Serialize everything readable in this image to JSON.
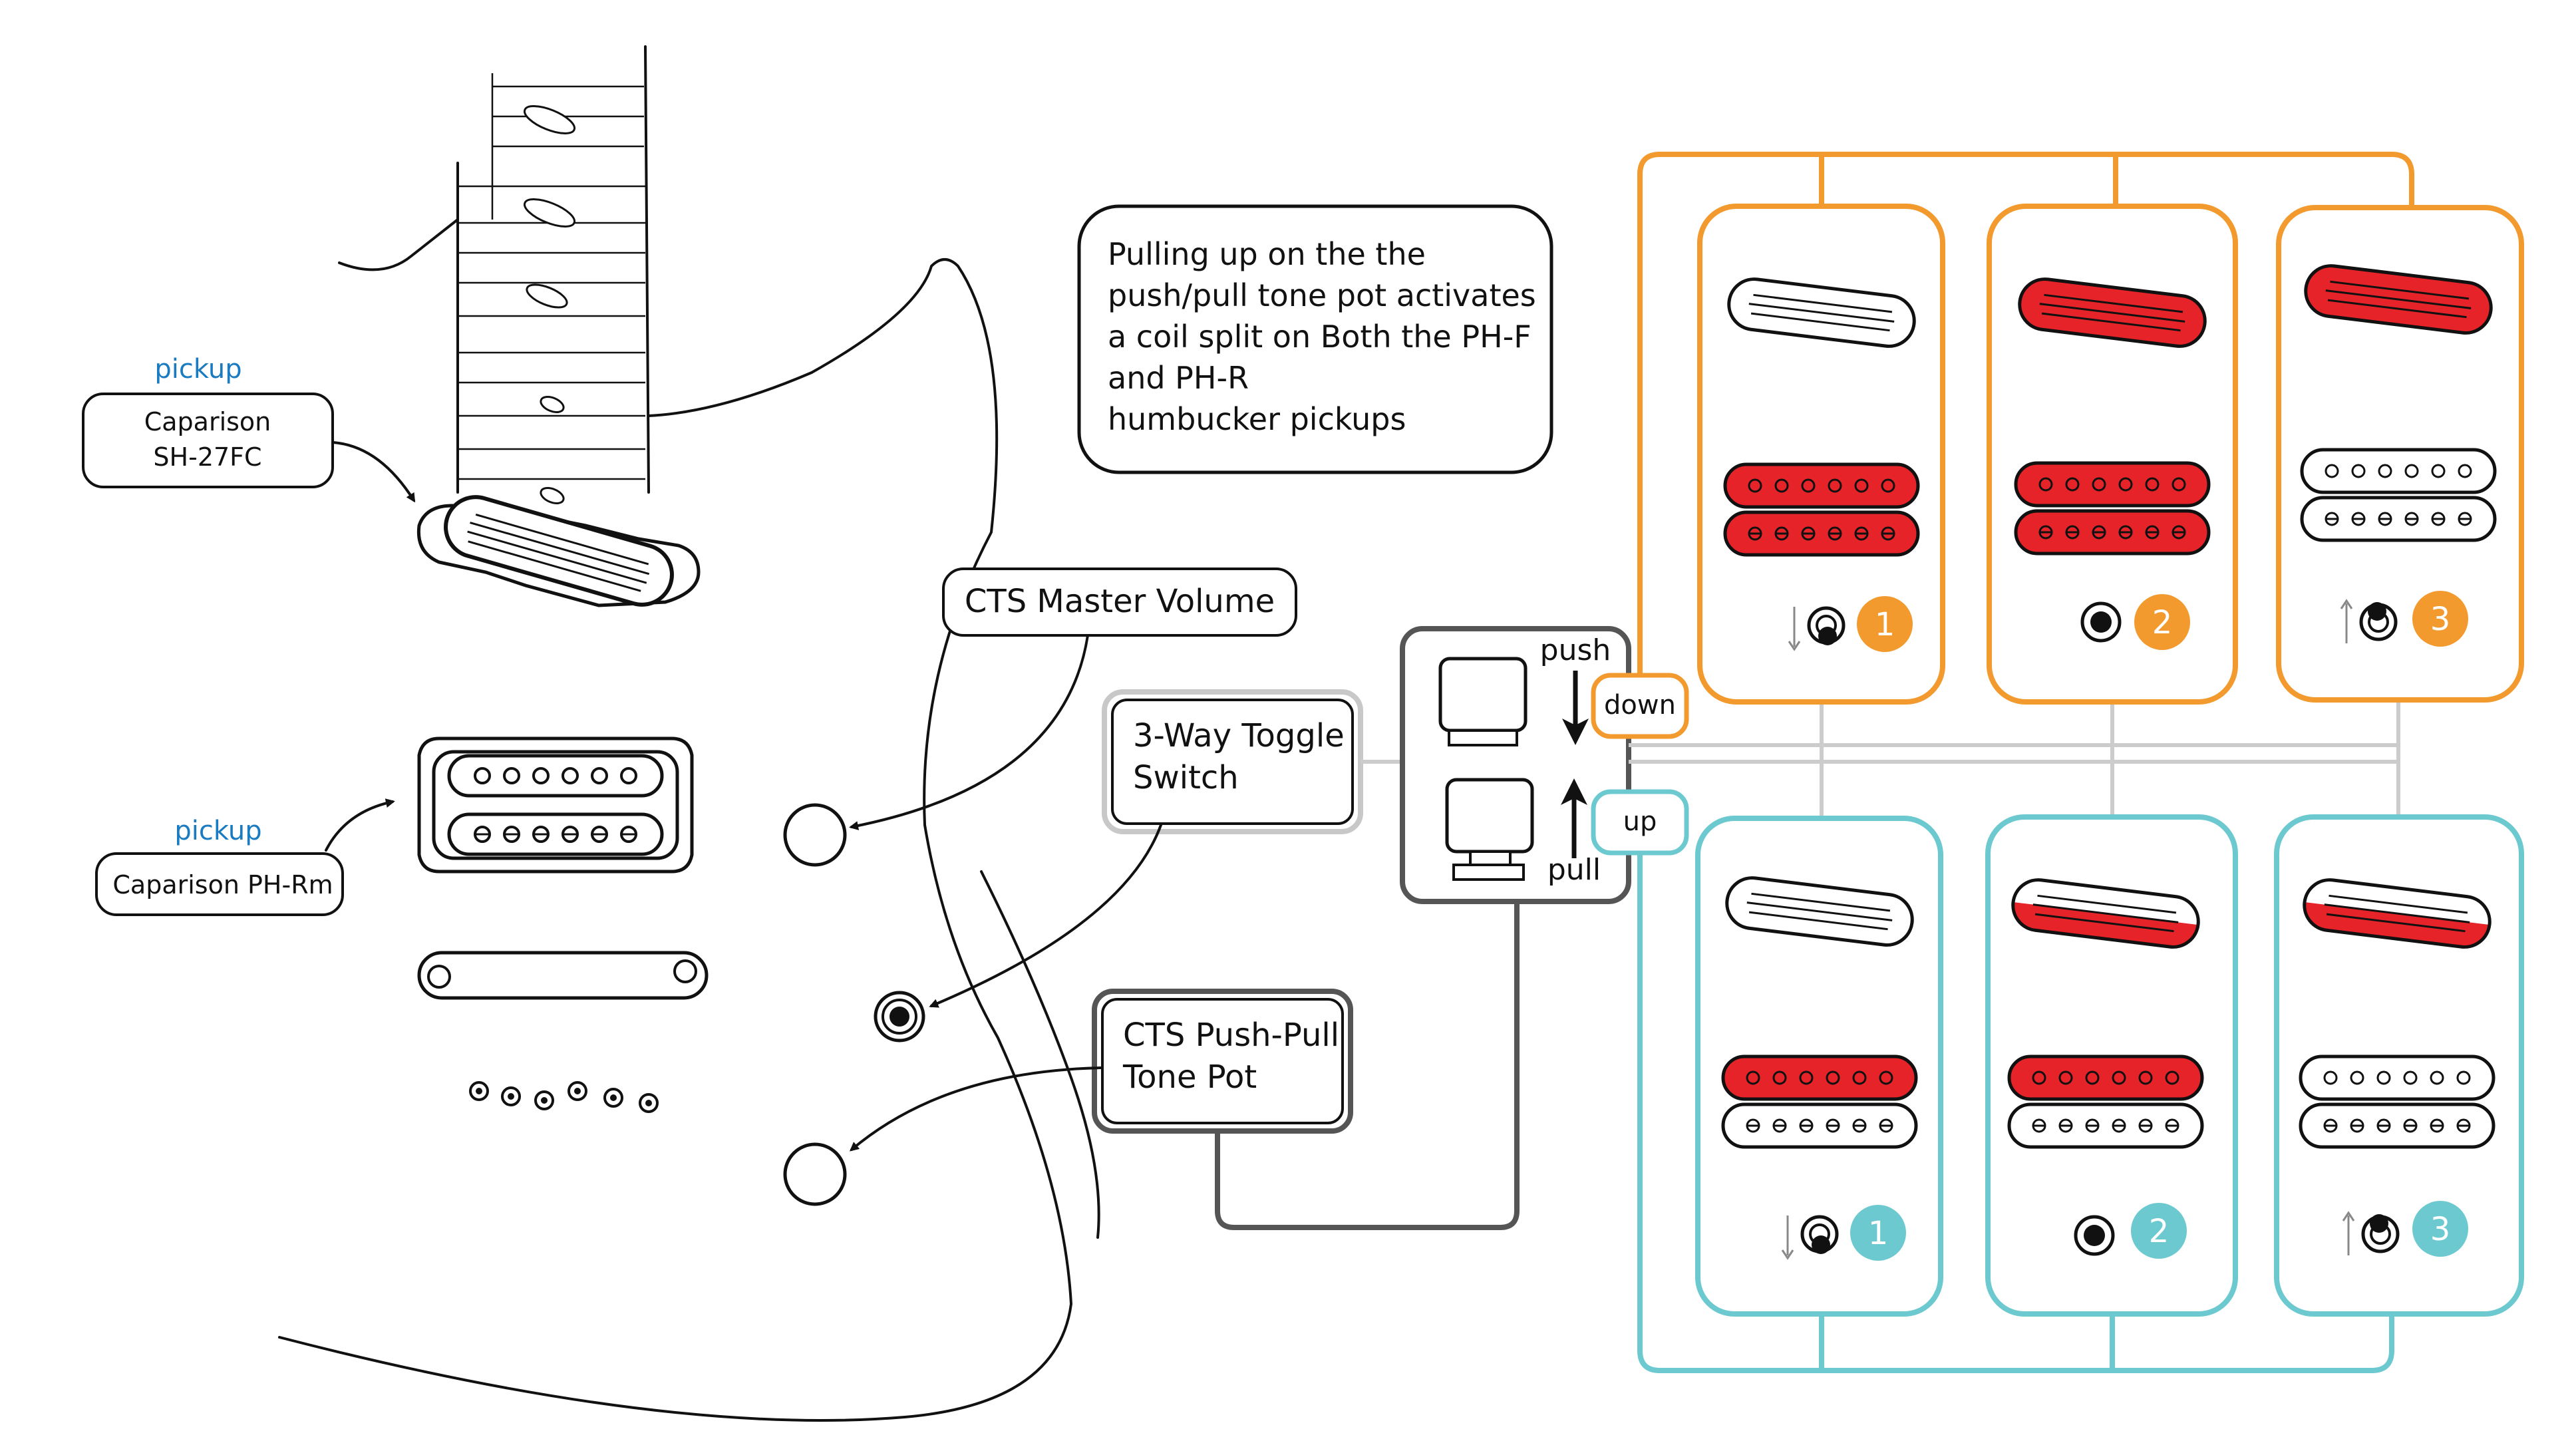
{
  "colors": {
    "orange": "#f29a2e",
    "teal": "#6cc9cf",
    "red": "#e52328",
    "label_blue": "#1a7bc1",
    "connector_gray": "#cccccc",
    "wire_gray": "#555555"
  },
  "pickups": {
    "neck": {
      "caption": "pickup",
      "model_line1": "Caparison",
      "model_line2": "SH-27FC"
    },
    "bridge": {
      "caption": "pickup",
      "model": "Caparison PH-Rm"
    }
  },
  "controls": {
    "volume": "CTS Master Volume",
    "toggle_line1": "3-Way Toggle",
    "toggle_line2": "Switch",
    "tone_line1": "CTS Push-Pull",
    "tone_line2": "Tone Pot"
  },
  "note": {
    "line1": "Pulling up on the the",
    "line2": "push/pull tone pot  activates",
    "line3": "a  coil split on Both the PH-F",
    "line4": "and PH-R",
    "line5": "humbucker pickups"
  },
  "push_pull": {
    "push_label": "push",
    "pull_label": "pull",
    "down_label": "down",
    "up_label": "up"
  },
  "positions": {
    "down": [
      {
        "number": "1",
        "switch": "down-arrow"
      },
      {
        "number": "2",
        "switch": "center-dot"
      },
      {
        "number": "3",
        "switch": "up-arrow"
      }
    ],
    "up": [
      {
        "number": "1",
        "switch": "down-arrow"
      },
      {
        "number": "2",
        "switch": "center-dot"
      },
      {
        "number": "3",
        "switch": "up-arrow"
      }
    ]
  }
}
